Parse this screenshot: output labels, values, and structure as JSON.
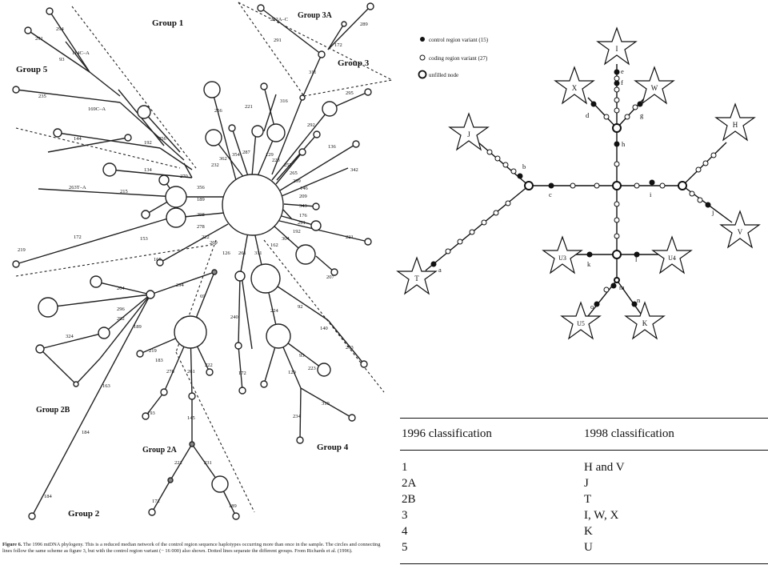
{
  "left_network": {
    "groups": [
      "Group 1",
      "Group 3A",
      "Group 3",
      "Group 5",
      "Group 2B",
      "Group 2A",
      "Group 4",
      "Group 2"
    ],
    "labels": {
      "l291": "291",
      "l294": "294",
      "l93": "93",
      "l114": "114C–A",
      "l235": "235",
      "l169": "169C–A",
      "l144": "144",
      "l192": "192",
      "l256a": "256",
      "l134": "134",
      "l270": "270",
      "l263": "263T–A",
      "l215": "215",
      "l356": "356",
      "l189": "189",
      "l298": "298",
      "l278": "278",
      "l222a": "222",
      "l172a": "172",
      "l219": "219",
      "l153": "153",
      "l165": "165",
      "l269": "269",
      "l126": "126",
      "l256b": "256",
      "l221a": "221",
      "l316": "316",
      "l232": "232",
      "l362": "362",
      "l354": "354",
      "l287": "287",
      "l129": "129",
      "l223a": "223",
      "l257": "257",
      "l292ac": "292A–C",
      "l289": "289",
      "l291b": "291",
      "l172b": "172",
      "l311a": "311",
      "l295": "295",
      "l292": "292",
      "l136": "136",
      "l342": "342",
      "l265": "265",
      "l299": "299",
      "l146": "146",
      "l209": "209",
      "l343": "343",
      "l176": "176",
      "l291c": "291",
      "l192b": "192",
      "l221b": "221",
      "l304": "304",
      "l162": "162",
      "l207": "207",
      "l261a": "261",
      "l311b": "311",
      "l224": "224",
      "l92": "92",
      "l140": "140",
      "l293": "293",
      "l204": "204",
      "l296": "296",
      "l292b": "292",
      "l324": "324",
      "l189b": "189",
      "l294b": "294",
      "l69": "69",
      "l163": "163",
      "l184a": "184",
      "l184b": "184",
      "l240": "240",
      "l172c": "172",
      "l219b": "219",
      "l183": "183",
      "l278b": "278",
      "l261b": "261",
      "l222b": "222",
      "l193": "193",
      "l145": "145",
      "l222c": "222",
      "l231": "231",
      "l172d": "172",
      "l189c": "189",
      "l93b": "93",
      "l129b": "129",
      "l223b": "223",
      "l234": "234",
      "l319": "319"
    }
  },
  "right_network": {
    "legend": [
      "control region variant (15)",
      "coding region variant (27)",
      "unfilled node"
    ],
    "stars": [
      "I",
      "X",
      "W",
      "J",
      "H",
      "U3",
      "U4",
      "T",
      "V",
      "U5",
      "K"
    ],
    "letters": [
      "e",
      "f",
      "d",
      "g",
      "h",
      "b",
      "c",
      "i",
      "j",
      "k",
      "l",
      "a",
      "m",
      "o",
      "n"
    ]
  },
  "caption": {
    "label": "Figure 6.",
    "text": "The 1996 mtDNA phylogeny. This is a reduced median network of the control region sequence haplotypes occurring more than once in the sample. The circles and connecting lines follow the same scheme as figure 3, but with the control region variant (− 16 000) also shown. Dotted lines separate the different groups. From Richards et al. (1996)."
  },
  "table": {
    "headers": [
      "1996 classification",
      "1998 classification"
    ],
    "rows": [
      [
        "1",
        "H and V"
      ],
      [
        "2A",
        "J"
      ],
      [
        "2B",
        "T"
      ],
      [
        "3",
        "I, W, X"
      ],
      [
        "4",
        "K"
      ],
      [
        "5",
        "U"
      ]
    ]
  }
}
